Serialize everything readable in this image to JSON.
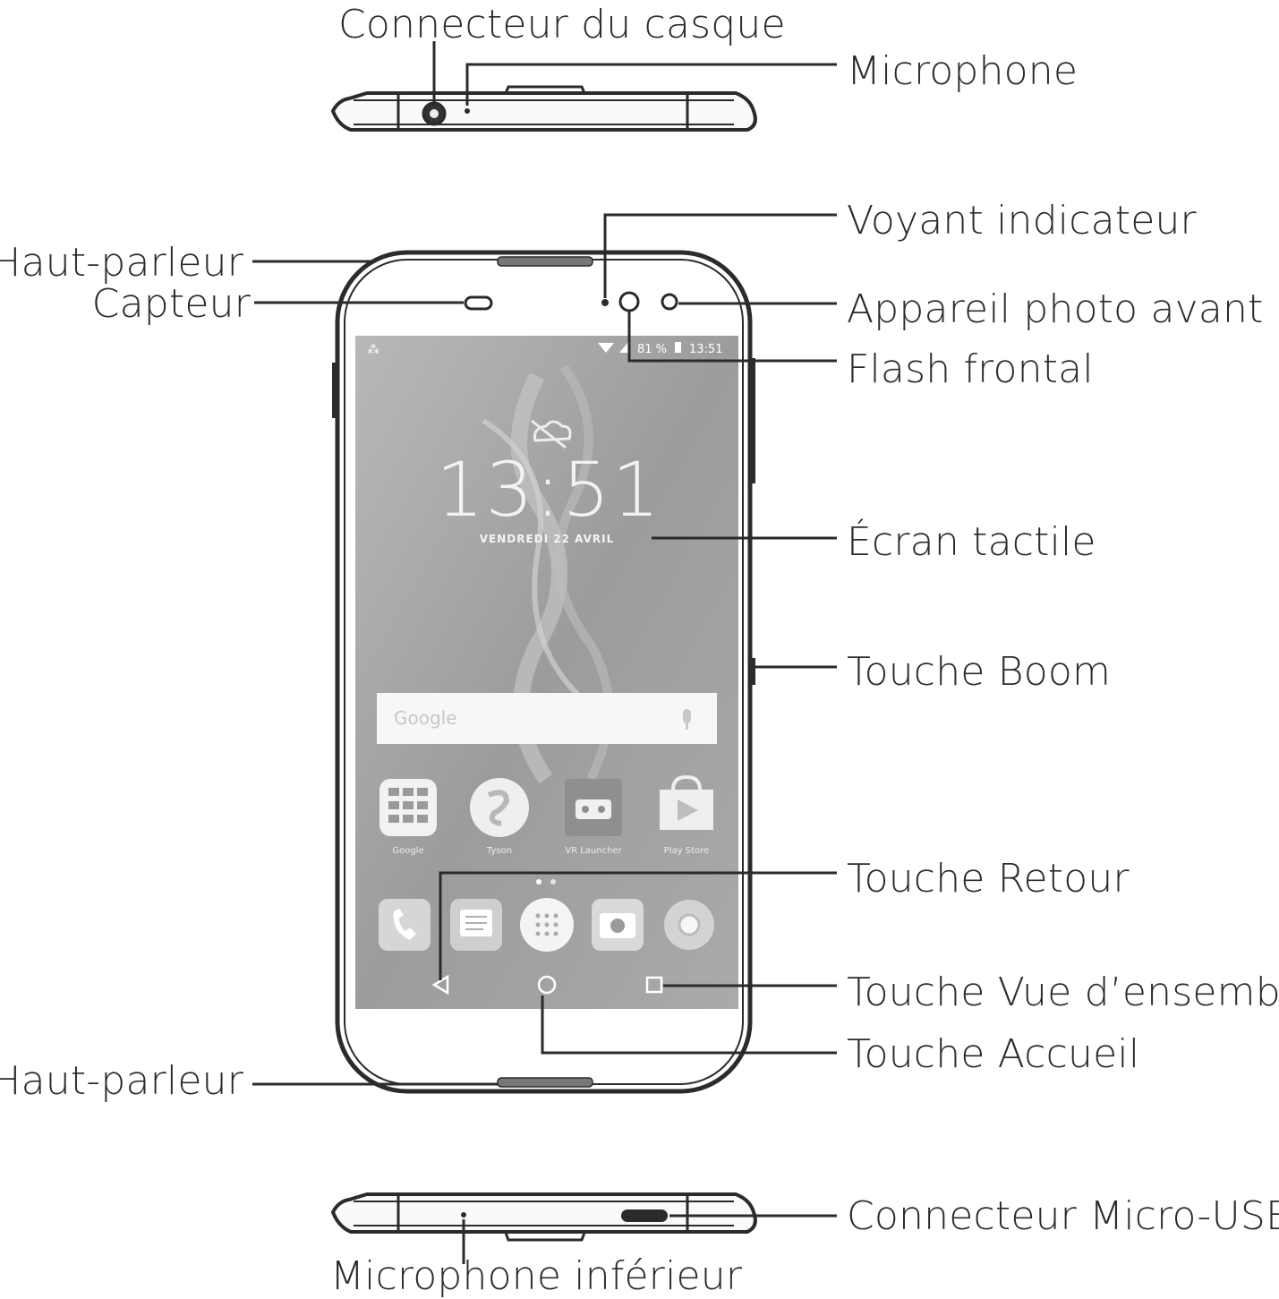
{
  "labels": {
    "headphone_connector": "Connecteur du casque",
    "microphone": "Microphone",
    "indicator_light": "Voyant indicateur",
    "speaker_top": "Haut-parleur",
    "sensor": "Capteur",
    "front_camera": "Appareil photo avant",
    "front_flash": "Flash frontal",
    "touchscreen": "Écran tactile",
    "boom_key": "Touche Boom",
    "back_key": "Touche Retour",
    "overview_key": "Touche Vue d’ensemble",
    "home_key": "Touche Accueil",
    "speaker_bottom": "Haut-parleur",
    "micro_usb": "Connecteur Micro-USB",
    "bottom_microphone": "Microphone inférieur"
  },
  "screen": {
    "status_battery": "81 %",
    "status_time": "13:51",
    "clock": "13:51",
    "date": "VENDREDI 22 AVRIL",
    "search_text": "Google",
    "apps": [
      {
        "label": "Google",
        "icon": "google-folder-icon"
      },
      {
        "label": "Tyson",
        "icon": "swirl-app-icon"
      },
      {
        "label": "VR Launcher",
        "icon": "vr-headset-icon"
      },
      {
        "label": "Play Store",
        "icon": "play-store-icon"
      }
    ],
    "dock": [
      "phone-icon",
      "messages-icon",
      "app-drawer-icon",
      "camera-icon",
      "chrome-icon"
    ]
  },
  "colors": {
    "outline": "#2b2b2b",
    "screen": "#a8a8a8",
    "leader": "#2b2b2b"
  }
}
